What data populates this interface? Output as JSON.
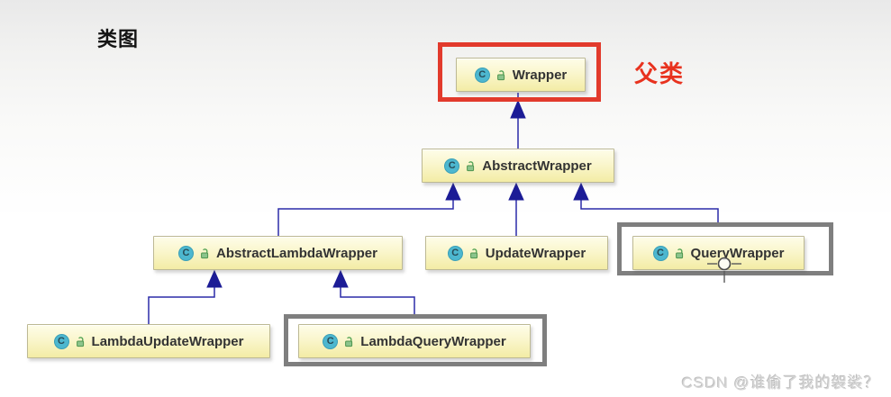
{
  "page": {
    "title": "类图",
    "watermark": "CSDN @谁偷了我的袈裟？"
  },
  "annotations": {
    "parent_class_label": "父类",
    "red_highlight_color": "#e23a2c",
    "selection_border_color": "#7f7f7f"
  },
  "diagram": {
    "type": "uml-class-diagram",
    "class_icon_letter": "C",
    "nodes": [
      {
        "label": "Wrapper",
        "highlight": "red-box",
        "note": "父类"
      },
      {
        "label": "AbstractWrapper"
      },
      {
        "label": "AbstractLambdaWrapper"
      },
      {
        "label": "UpdateWrapper"
      },
      {
        "label": "QueryWrapper",
        "selected": true
      },
      {
        "label": "LambdaUpdateWrapper"
      },
      {
        "label": "LambdaQueryWrapper",
        "selected": true
      }
    ],
    "edges": [
      {
        "from": "AbstractWrapper",
        "to": "Wrapper",
        "type": "inheritance"
      },
      {
        "from": "AbstractLambdaWrapper",
        "to": "AbstractWrapper",
        "type": "inheritance"
      },
      {
        "from": "UpdateWrapper",
        "to": "AbstractWrapper",
        "type": "inheritance"
      },
      {
        "from": "QueryWrapper",
        "to": "AbstractWrapper",
        "type": "inheritance"
      },
      {
        "from": "LambdaUpdateWrapper",
        "to": "AbstractLambdaWrapper",
        "type": "inheritance"
      },
      {
        "from": "LambdaQueryWrapper",
        "to": "AbstractLambdaWrapper",
        "type": "inheritance"
      }
    ],
    "colors": {
      "node_fill_top": "#fefde9",
      "node_fill_bottom": "#f3eca5",
      "node_border": "#bdb994",
      "edge_color": "#2b2ba8",
      "class_icon_bg": "#4db7cf",
      "lock_icon_color": "#5aa65a"
    }
  }
}
